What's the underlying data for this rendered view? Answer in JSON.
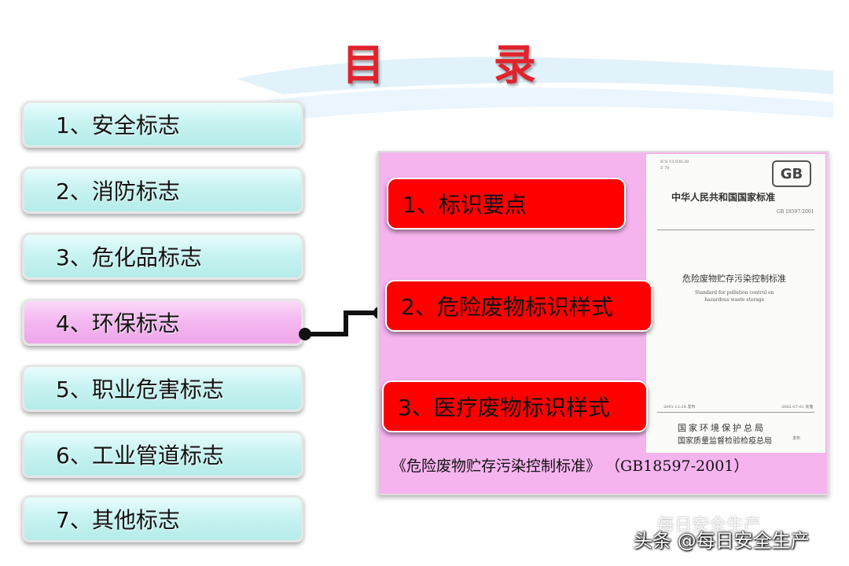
{
  "title": "目 录",
  "menu": {
    "items": [
      {
        "label": "1、安全标志"
      },
      {
        "label": "2、消防标志"
      },
      {
        "label": "3、危化品标志"
      },
      {
        "label": "4、环保标志"
      },
      {
        "label": "5、职业危害标志"
      },
      {
        "label": "6、工业管道标志"
      },
      {
        "label": "7、其他标志"
      }
    ],
    "active_index": 3
  },
  "subtopics": [
    {
      "label": "1、标识要点"
    },
    {
      "label": "2、危险废物标识样式"
    },
    {
      "label": "3、医疗废物标识样式"
    }
  ],
  "document": {
    "meta_line1": "ICS 13.030.30",
    "meta_line2": "Z 70",
    "logo": "GB",
    "national": "中华人民共和国国家标准",
    "code": "GB 18597-2001",
    "title": "危险废物贮存污染控制标准",
    "english_line1": "Standard for pollution control on",
    "english_line2": "hazardous waste storage",
    "date_issued": "2001-12-28 发布",
    "date_effective": "2002-07-01 实施",
    "org1": "国家环境保护总局",
    "org2": "国家质量监督检验检疫总局",
    "org2_suffix": "发布"
  },
  "caption": "《危险废物贮存污染控制标准》 （GB18597-2001）",
  "watermark": "头条 @每日安全生产",
  "watermark_ghost": "每日安全生产",
  "colors": {
    "title": "#e0232d",
    "menu_bg": "#c8f3f1",
    "menu_active_bg": "#f4b8f0",
    "panel_bg": "#f6b4ef",
    "subtopic_bg": "#ff0000"
  }
}
